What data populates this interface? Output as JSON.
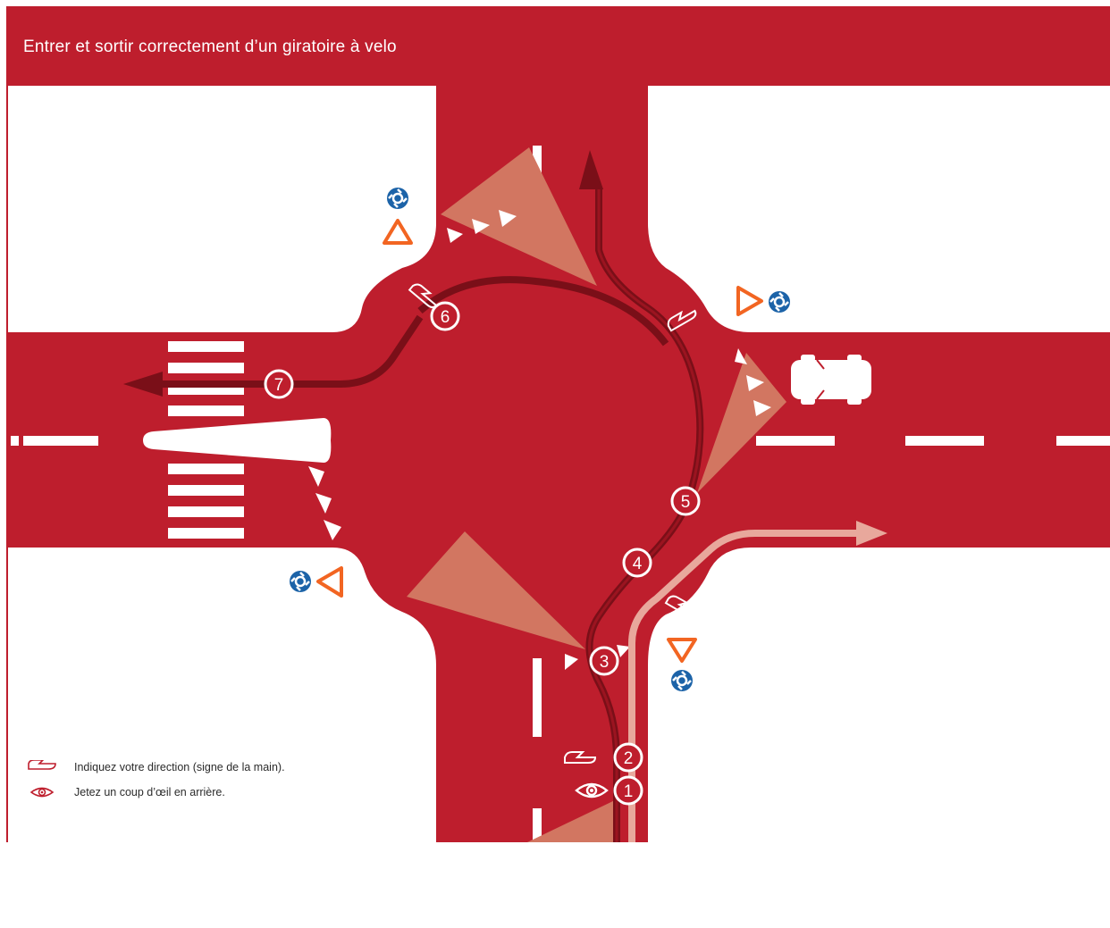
{
  "title": "Entrer et sortir correctement d’un giratoire à velo",
  "steps": [
    "1",
    "2",
    "3",
    "4",
    "5",
    "6",
    "7"
  ],
  "legend": [
    {
      "icon": "hand-signal-icon",
      "text": "Indiquez votre direction (signe de la main)."
    },
    {
      "icon": "eye-icon",
      "text": "Jetez un coup d’œil en arrière."
    }
  ],
  "colors": {
    "road": "#be1e2d",
    "route": "#7a0f18",
    "route_alt": "#e8a89c",
    "vision_cone": "#d27661",
    "yield_sign": "#f26522",
    "roundabout_sign": "#1c63a8",
    "markings": "#ffffff"
  },
  "icons": [
    "roundabout-sign-icon",
    "yield-triangle-icon",
    "car-icon",
    "hand-signal-icon",
    "eye-icon",
    "direction-arrow-icon"
  ]
}
